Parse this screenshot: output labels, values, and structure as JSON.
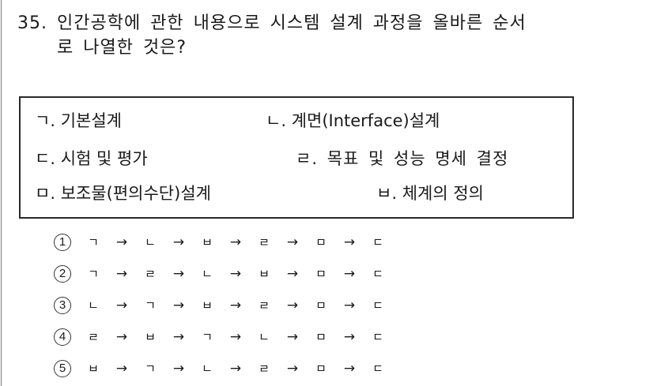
{
  "question": {
    "number": "35.",
    "text_line1": "인간공학에 관한 내용으로 시스템 설계 과정을 올바른 순서",
    "text_line2": "로 나열한 것은?"
  },
  "box": {
    "items": [
      {
        "key": "ㄱ.",
        "label": "기본설계"
      },
      {
        "key": "ㄴ.",
        "label": "계면(Interface)설계"
      },
      {
        "key": "ㄷ.",
        "label": "시험 및 평가"
      },
      {
        "key": "ㄹ.",
        "label": "목표 및 성능 명세 결정"
      },
      {
        "key": "ㅁ.",
        "label": "보조물(편의수단)설계"
      },
      {
        "key": "ㅂ.",
        "label": "체계의 정의"
      }
    ]
  },
  "choices": [
    {
      "marker": "1",
      "seq": [
        "ㄱ",
        "ㄴ",
        "ㅂ",
        "ㄹ",
        "ㅁ",
        "ㄷ"
      ]
    },
    {
      "marker": "2",
      "seq": [
        "ㄱ",
        "ㄹ",
        "ㄴ",
        "ㅂ",
        "ㅁ",
        "ㄷ"
      ]
    },
    {
      "marker": "3",
      "seq": [
        "ㄴ",
        "ㄱ",
        "ㅂ",
        "ㄹ",
        "ㅁ",
        "ㄷ"
      ]
    },
    {
      "marker": "4",
      "seq": [
        "ㄹ",
        "ㅂ",
        "ㄱ",
        "ㄴ",
        "ㅁ",
        "ㄷ"
      ]
    },
    {
      "marker": "5",
      "seq": [
        "ㅂ",
        "ㄱ",
        "ㄴ",
        "ㄹ",
        "ㅁ",
        "ㄷ"
      ]
    }
  ],
  "arrow": "→"
}
